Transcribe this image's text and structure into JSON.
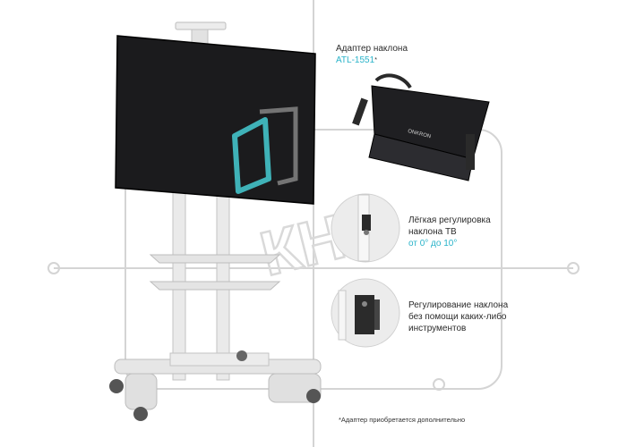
{
  "annotations": {
    "adapter": {
      "title": "Адаптер наклона",
      "model": "ATL-1551",
      "mark": "*"
    },
    "easy_tilt": {
      "line1": "Лёгкая регулировка",
      "line2": "наклона ТВ",
      "range": "от 0° до 10°"
    },
    "toolless": {
      "line1": "Регулирование наклона",
      "line2": "без помощи каких-либо",
      "line3": "инструментов"
    }
  },
  "footnote": "*Адаптер приобретается дополнительно",
  "watermark": {
    "text": "КНС"
  },
  "colors": {
    "accent": "#29b3c9",
    "screen": "#1b1b1d",
    "frame": "#e6e6e6"
  },
  "icons": [
    "tv-stand-icon",
    "tilt-adapter-icon",
    "tilt-knob-icon",
    "bracket-icon",
    "brand-logo-icon"
  ]
}
